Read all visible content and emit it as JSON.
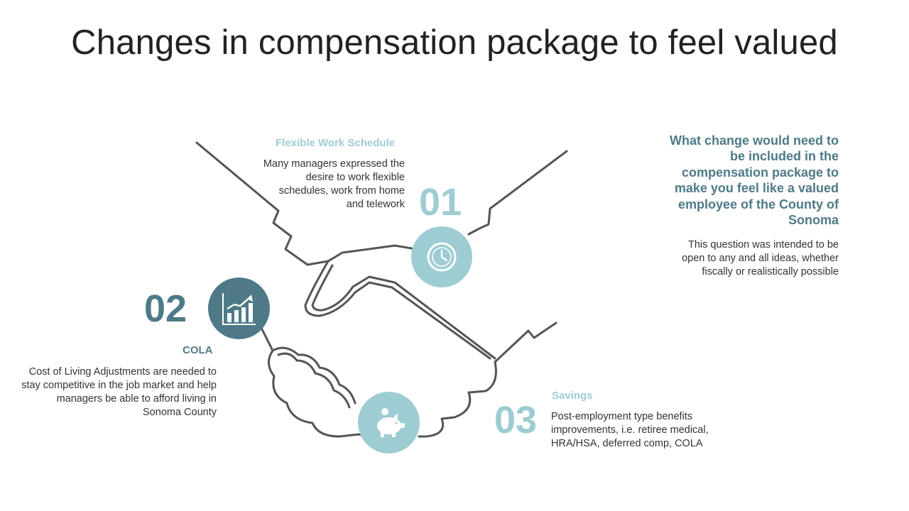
{
  "slide": {
    "title": "Changes in compensation package to feel valued"
  },
  "colors": {
    "light_teal": "#9ECCD3",
    "dark_teal": "#4E7A88",
    "outline": "#555555"
  },
  "items": [
    {
      "number": "01",
      "heading": "Flexible Work Schedule",
      "body": "Many managers expressed the desire to work flexible schedules, work from home and telework",
      "icon": "clock-icon"
    },
    {
      "number": "02",
      "heading": "COLA",
      "body": "Cost of Living Adjustments  are needed to stay competitive in the job market and help managers be able to afford living in Sonoma County",
      "icon": "bar-chart-icon"
    },
    {
      "number": "03",
      "heading": "Savings",
      "body": "Post-employment type benefits improvements, i.e. retiree medical, HRA/HSA, deferred comp, COLA",
      "icon": "piggy-bank-icon"
    }
  ],
  "question": {
    "title": "What change would need to be included in the compensation package to make you feel like a valued employee of the County of Sonoma",
    "body": "This question was intended to be open to any and all ideas, whether fiscally or realistically possible"
  }
}
